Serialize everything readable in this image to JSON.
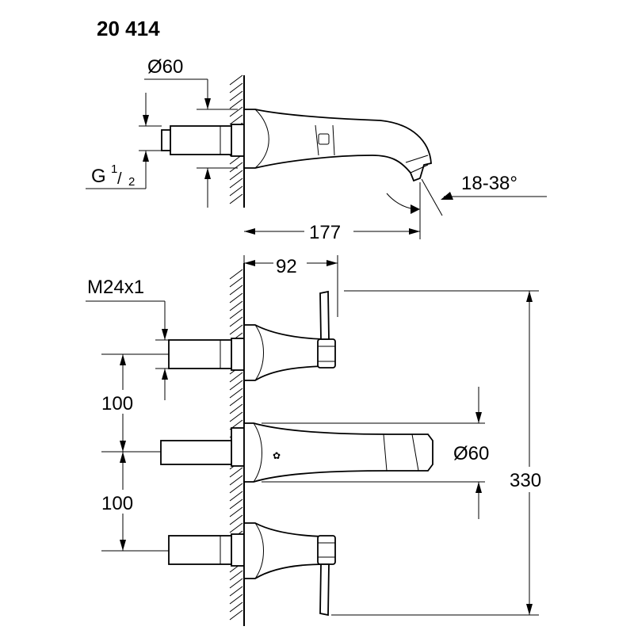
{
  "title": "20 414",
  "labels": {
    "dia_top": "Ø60",
    "thread_g": "G",
    "thread_num": "1",
    "thread_den": "2",
    "angle": "18-38°",
    "reach": "177",
    "dim_92": "92",
    "m24": "M24x1",
    "dim_100_a": "100",
    "dim_100_b": "100",
    "dia_bottom": "Ø60",
    "dim_330": "330"
  }
}
